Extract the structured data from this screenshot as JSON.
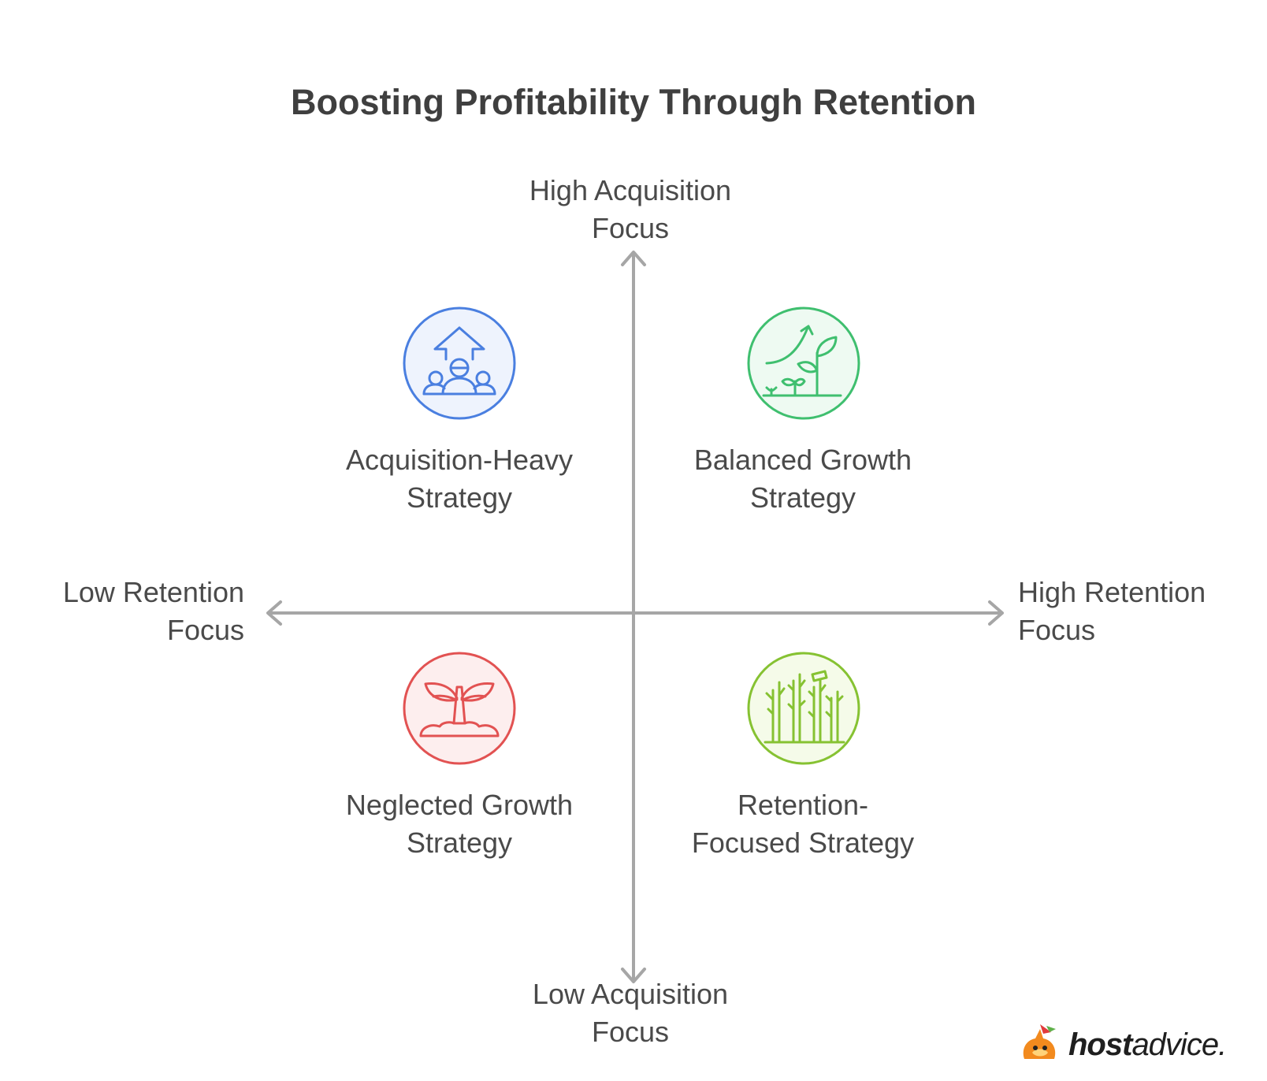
{
  "title": "Boosting Profitability Through Retention",
  "axes": {
    "top": [
      "High Acquisition",
      "Focus"
    ],
    "bottom": [
      "Low Acquisition",
      "Focus"
    ],
    "left": [
      "Low Retention",
      "Focus"
    ],
    "right": [
      "High Retention",
      "Focus"
    ]
  },
  "quadrants": {
    "top_left": {
      "lines": [
        "Acquisition-Heavy",
        "Strategy"
      ],
      "icon": "people-growth-arrow-icon",
      "color": "#4a7fe0",
      "fill": "#eef3fd"
    },
    "top_right": {
      "lines": [
        "Balanced Growth",
        "Strategy"
      ],
      "icon": "growing-plants-icon",
      "color": "#3fbf6f",
      "fill": "#eefaf2"
    },
    "bottom_left": {
      "lines": [
        "Neglected Growth",
        "Strategy"
      ],
      "icon": "sprout-icon",
      "color": "#e25252",
      "fill": "#fdeeee"
    },
    "bottom_right": {
      "lines": [
        "Retention-",
        "Focused Strategy"
      ],
      "icon": "bamboo-icon",
      "color": "#86c232",
      "fill": "#f5fbe9"
    }
  },
  "brand": {
    "host": "host",
    "advice": "advice."
  },
  "colors": {
    "axis": "#a6a6a6",
    "text": "#4a4a4a"
  }
}
